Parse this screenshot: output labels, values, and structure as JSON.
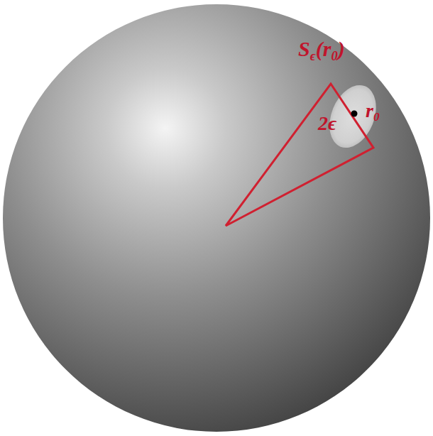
{
  "diagram": {
    "labels": [
      "Sϵ(r0)",
      "2ϵ",
      "r0"
    ]
  }
}
